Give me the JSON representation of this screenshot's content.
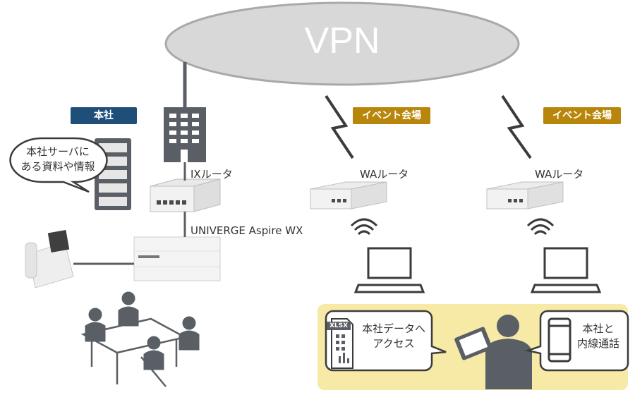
{
  "vpn": {
    "label": "VPN"
  },
  "sites": {
    "hq": {
      "tag": "本社",
      "tag_color": "#1f4e79"
    },
    "event1": {
      "tag": "イベント会場",
      "tag_color": "#b8860b"
    },
    "event2": {
      "tag": "イベント会場",
      "tag_color": "#b8860b"
    }
  },
  "devices": {
    "ix_router": "IXルータ",
    "pbx": "UNIVERGE Aspire WX",
    "wa_router_1": "WAルータ",
    "wa_router_2": "WAルータ"
  },
  "bubbles": {
    "server": {
      "line1": "本社サーバに",
      "line2": "ある資料や情報"
    },
    "data_access": {
      "line1": "本社データへ",
      "line2": "アクセス"
    },
    "call": {
      "line1": "本社と",
      "line2": "内線通話"
    },
    "file_badge": "XLSX"
  },
  "colors": {
    "cloud": "#d6d6d6",
    "device_dark": "#5a5f66",
    "highlight_panel": "#f7e9a6",
    "line": "#5a5f66"
  }
}
